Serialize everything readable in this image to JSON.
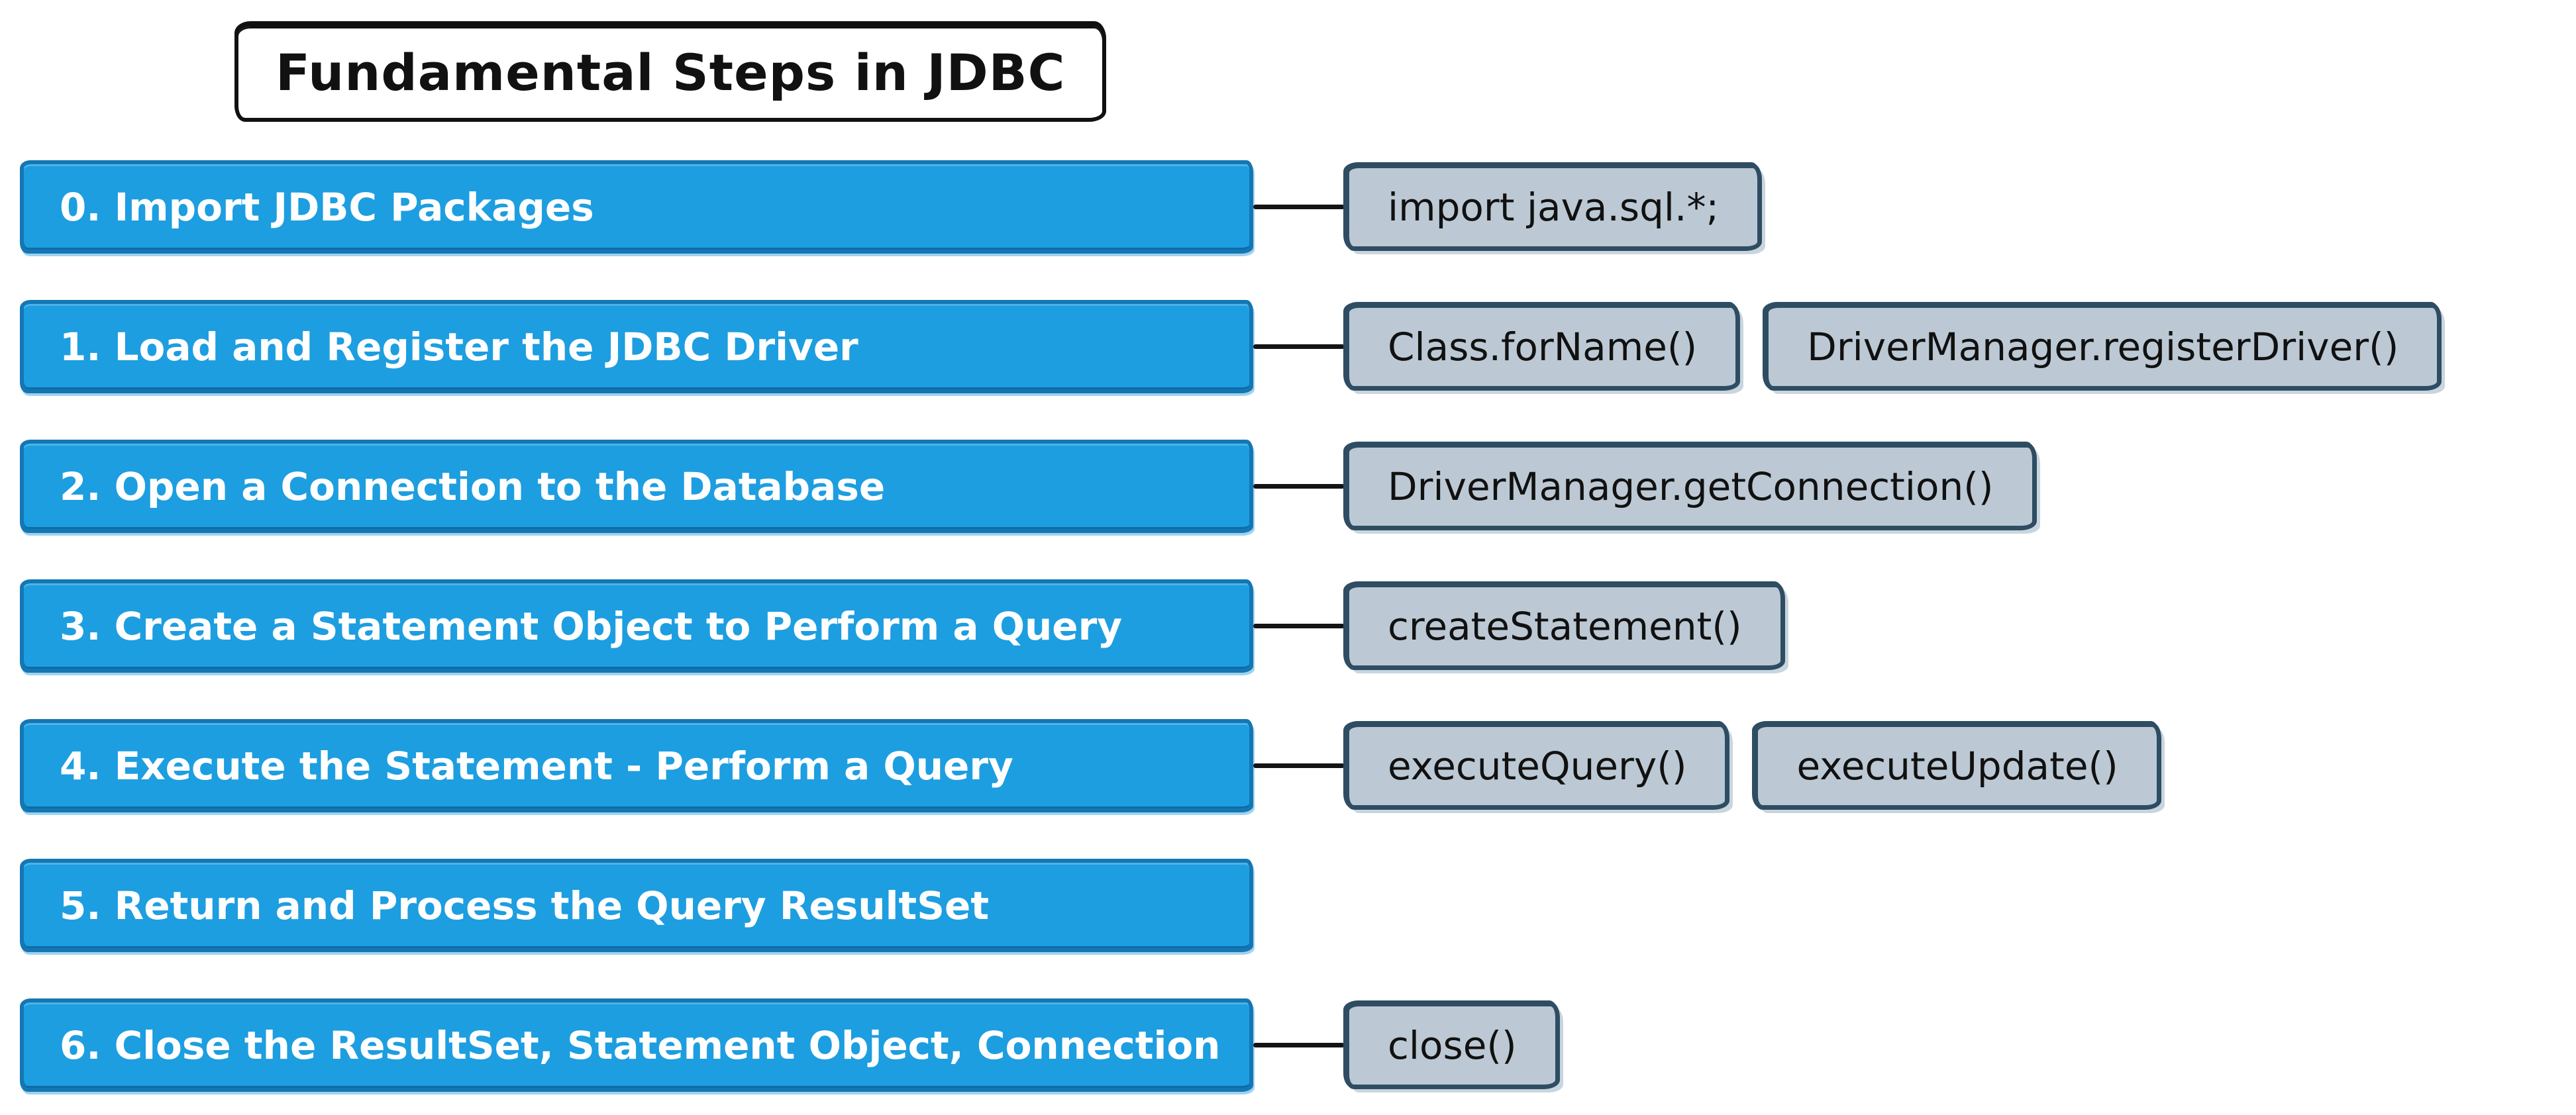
{
  "title": "Fundamental Steps in JDBC",
  "colors": {
    "step_fill": "#1d9ee0",
    "step_border": "#1477b3",
    "step_text": "#ffffff",
    "method_fill": "#bcc9d4",
    "method_border": "#2e4d63",
    "method_text": "#111111",
    "connector": "#141414",
    "title_text": "#111111"
  },
  "steps": [
    {
      "label": "0. Import JDBC Packages",
      "methods": [
        "import java.sql.*;"
      ]
    },
    {
      "label": "1. Load and Register the JDBC Driver",
      "methods": [
        "Class.forName()",
        "DriverManager.registerDriver()"
      ]
    },
    {
      "label": "2. Open a Connection to the Database",
      "methods": [
        "DriverManager.getConnection()"
      ]
    },
    {
      "label": "3. Create a Statement Object to Perform a Query",
      "methods": [
        "createStatement()"
      ]
    },
    {
      "label": "4. Execute the Statement - Perform a Query",
      "methods": [
        "executeQuery()",
        "executeUpdate()"
      ]
    },
    {
      "label": "5. Return and Process the Query ResultSet",
      "methods": []
    },
    {
      "label": "6. Close the ResultSet, Statement Object, Connection",
      "methods": [
        "close()"
      ]
    }
  ]
}
